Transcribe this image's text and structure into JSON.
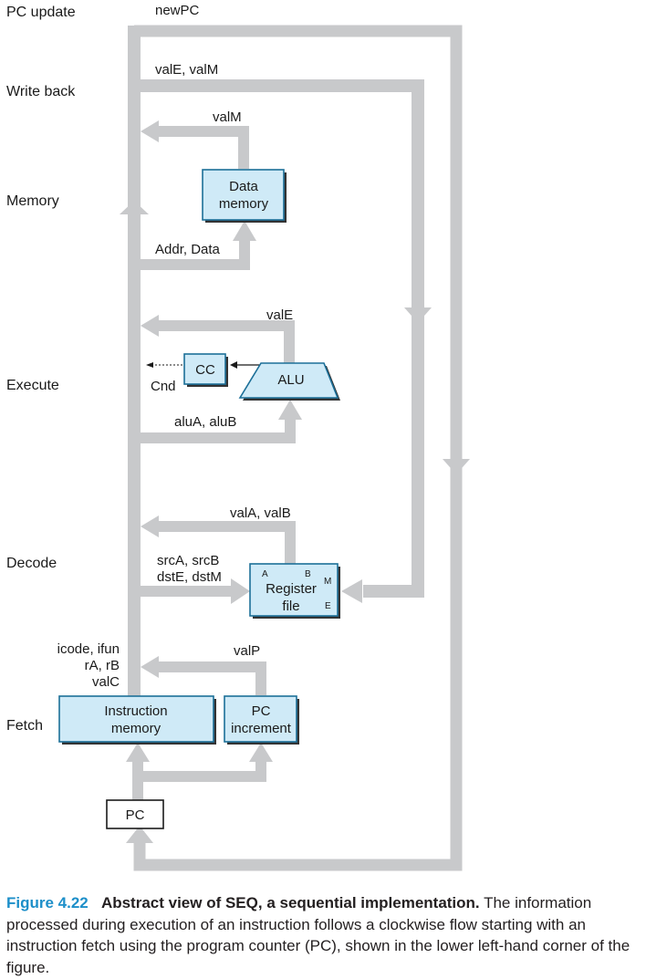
{
  "stages": {
    "pc_update": "PC update",
    "write_back": "Write back",
    "memory": "Memory",
    "execute": "Execute",
    "decode": "Decode",
    "fetch": "Fetch"
  },
  "signals": {
    "newpc": "newPC",
    "vale_valm": "valE, valM",
    "valm": "valM",
    "addr_data": "Addr, Data",
    "vale": "valE",
    "cnd": "Cnd",
    "alua_alub": "aluA, aluB",
    "vala_valb": "valA, valB",
    "srca_srcb": "srcA, srcB",
    "dste_dstm": "dstE, dstM",
    "icode_ifun": "icode, ifun",
    "ra_rb": "rA, rB",
    "valc": "valC",
    "valp": "valP"
  },
  "blocks": {
    "data_memory": [
      "Data",
      "memory"
    ],
    "cc": "CC",
    "alu": "ALU",
    "register_file": [
      "Register",
      "file"
    ],
    "register_ports": {
      "a": "A",
      "b": "B",
      "m": "M",
      "e": "E"
    },
    "instruction_memory": [
      "Instruction",
      "memory"
    ],
    "pc_increment": [
      "PC",
      "increment"
    ],
    "pc": "PC"
  },
  "colors": {
    "wire": "#c8c9cb",
    "block_fill": "#cfeaf7",
    "block_border": "#1c6f98",
    "caption_figure": "#1d8fc9"
  },
  "caption": {
    "figure": "Figure 4.22",
    "title": "Abstract view of SEQ, a sequential implementation.",
    "body": "The information processed during execution of an instruction follows a clockwise flow starting with an instruction fetch using the program counter (PC), shown in the lower left-hand corner of the figure."
  }
}
